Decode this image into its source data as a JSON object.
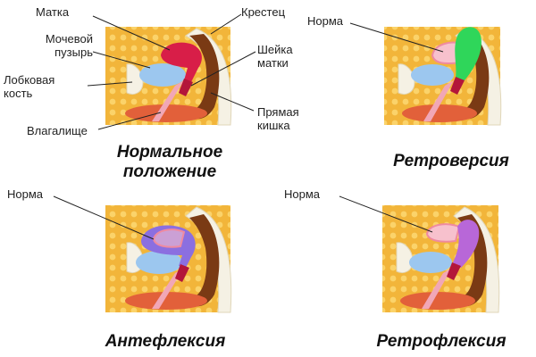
{
  "panels": {
    "normal": {
      "caption": "Нормальное\nположение",
      "labels": {
        "uterus": "Матка",
        "bladder": "Мочевой\nпузырь",
        "pubic_bone": "Лобковая\nкость",
        "vagina": "Влагалище",
        "sacrum": "Крестец",
        "cervix": "Шейка\nматки",
        "rectum": "Прямая\nкишка"
      }
    },
    "retroversion": {
      "caption": "Ретроверсия",
      "norm_label": "Норма"
    },
    "anteflexion": {
      "caption": "Антефлексия",
      "norm_label": "Норма"
    },
    "retroflexion": {
      "caption": "Ретрофлексия",
      "norm_label": "Норма"
    }
  },
  "colors": {
    "pelvic_fat": "#f2b53a",
    "fat_cells": "#fbd36a",
    "bone": "#f5f1e4",
    "rectum": "#7a3a14",
    "bladder": "#9cc7ef",
    "uterus_normal": "#d81e48",
    "uterus_pink_outline": "#ef8aa0",
    "retroversion_uterus": "#2fd65a",
    "anteflexion_uterus": "#8b6fe0",
    "retroflexion_uterus": "#b867d8",
    "perineum": "#e2603a"
  }
}
